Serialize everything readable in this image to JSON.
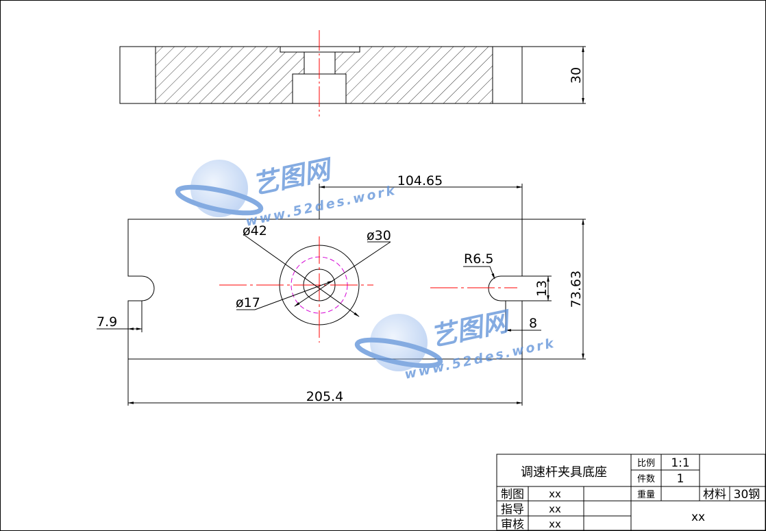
{
  "colors": {
    "line": "#000000",
    "centerline": "#ff0000",
    "hidden_circle": "#d400d4",
    "watermark": "#5b8fd8"
  },
  "watermark": {
    "brand": "艺图网",
    "url": "www.52des.work"
  },
  "dimensions": {
    "height_side": "30",
    "dist_to_slot": "104.65",
    "dia_outer": "ø42",
    "dia_mid": "ø30",
    "dia_inner": "ø17",
    "slot_radius": "R6.5",
    "slot_width": "13",
    "total_height": "73.63",
    "left_notch": "7.9",
    "slot_offset": "8",
    "total_length": "205.4"
  },
  "title_block": {
    "part_name": "调速杆夹具底座",
    "scale_label": "比例",
    "scale_value": "1:1",
    "count_label": "件数",
    "count_value": "1",
    "weight_label": "重量",
    "material_label": "材料",
    "material_value": "30钢",
    "drawn_label": "制图",
    "drawn_value": "xx",
    "guide_label": "指导",
    "guide_value": "xx",
    "review_label": "审核",
    "review_value": "xx",
    "org_value": "xx"
  }
}
